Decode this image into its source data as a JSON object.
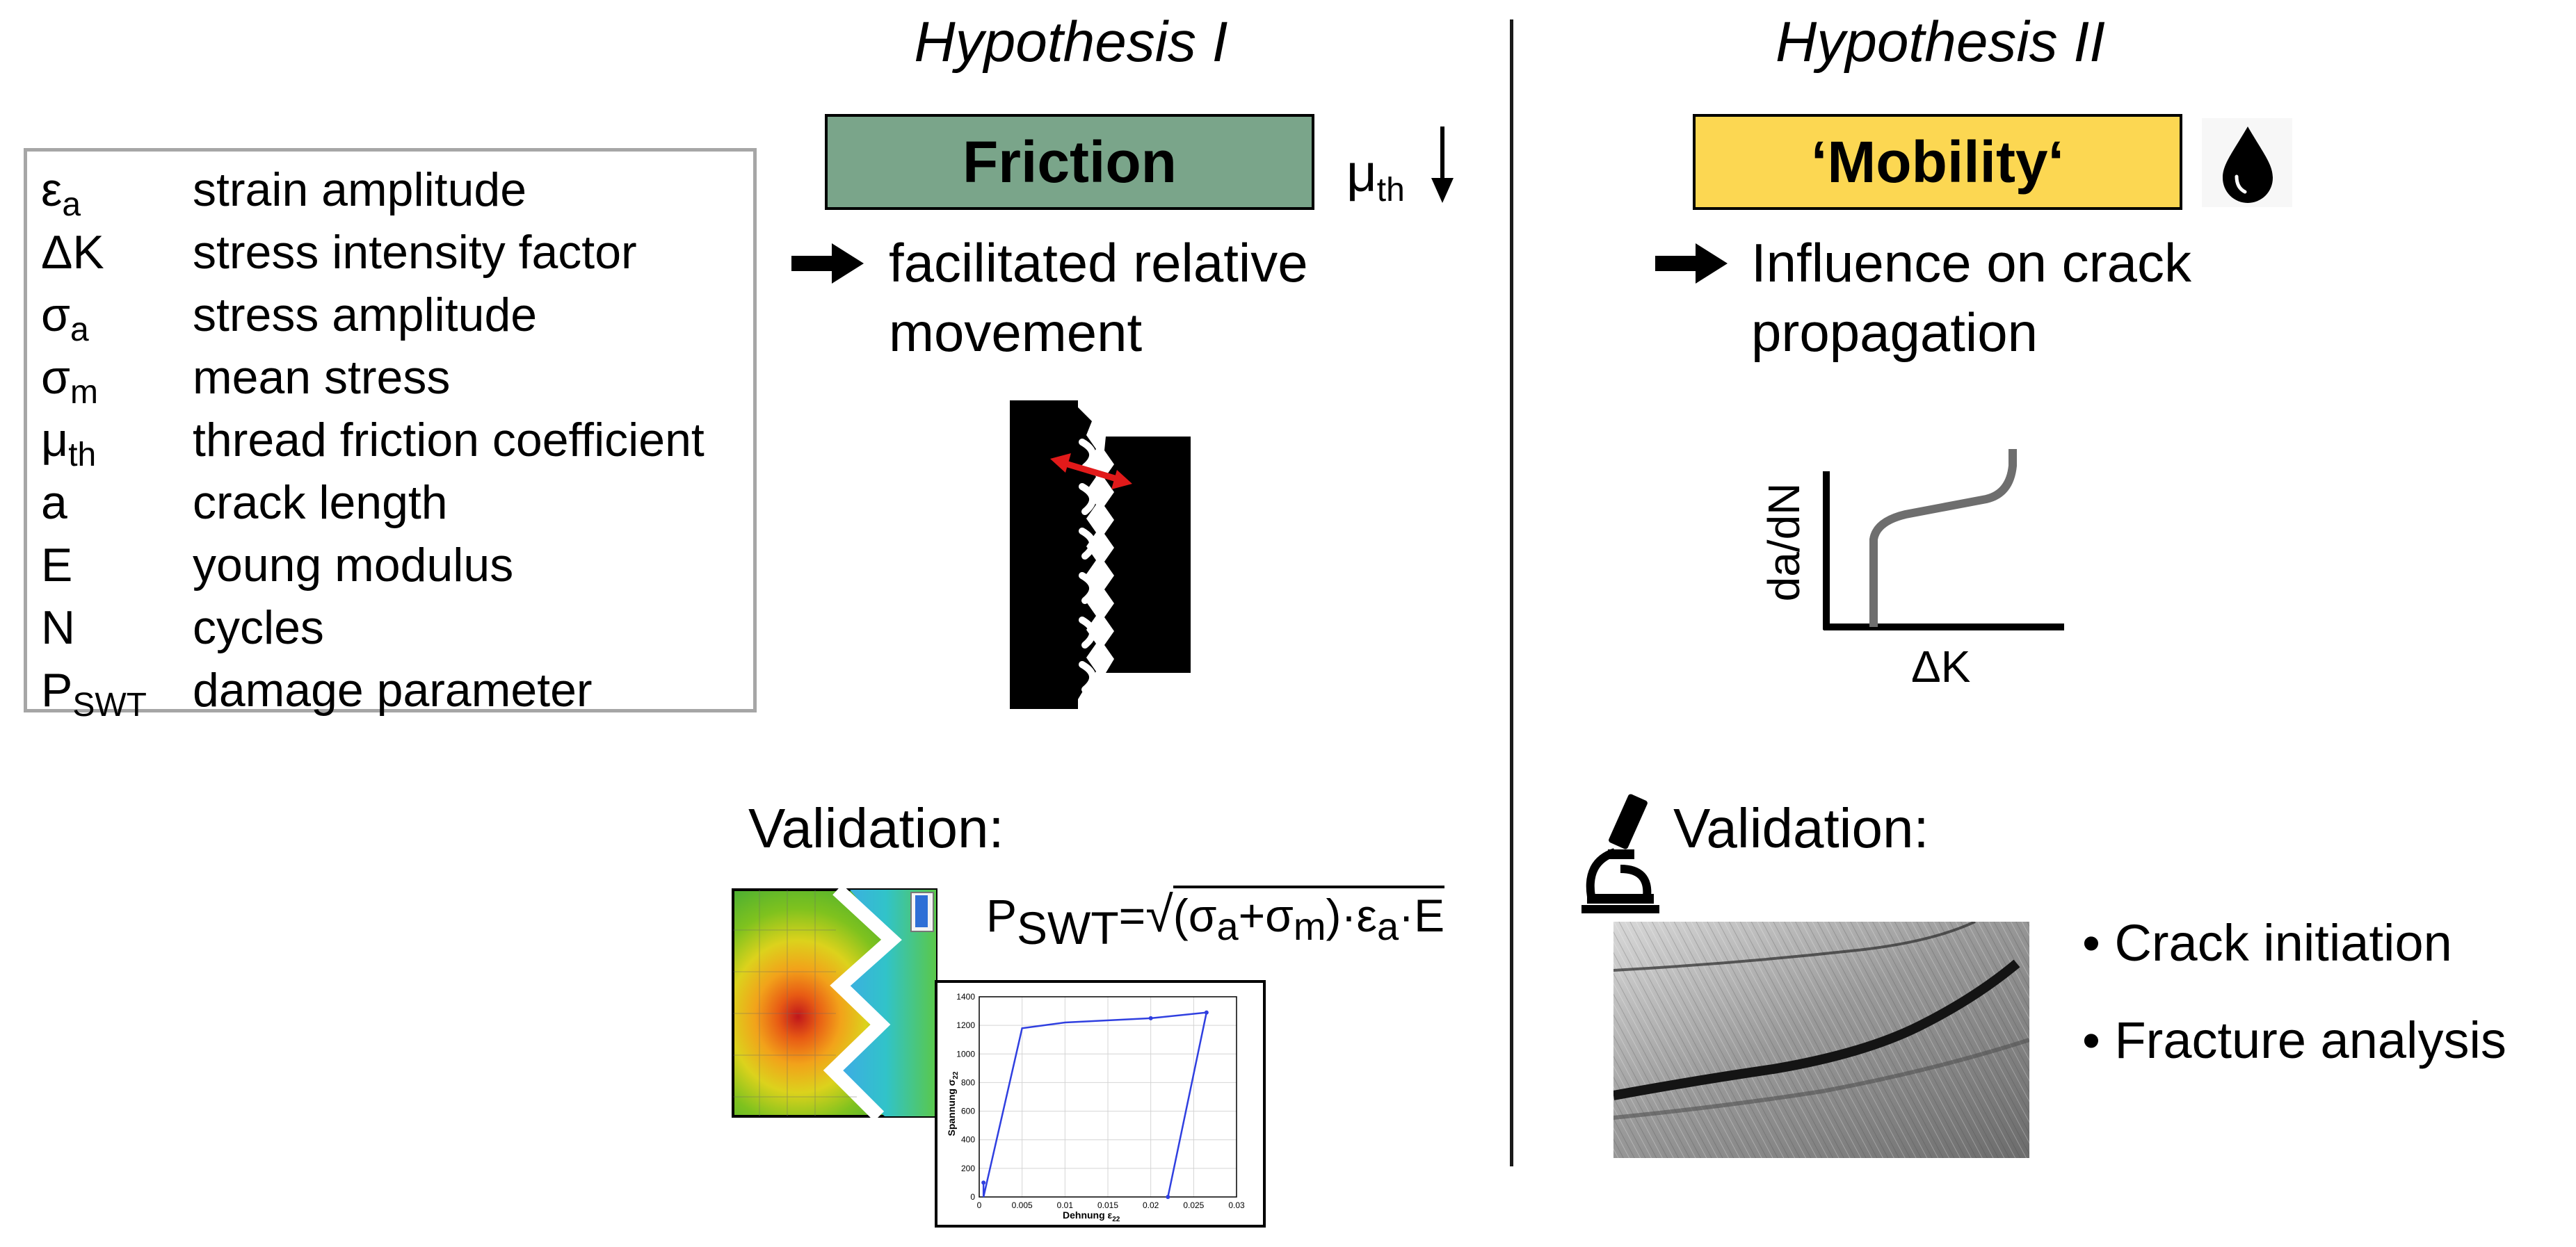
{
  "legend": {
    "rows": [
      {
        "sym_main": "ε",
        "sym_sub": "a",
        "desc": "strain amplitude"
      },
      {
        "sym_main": "ΔK",
        "sym_sub": "",
        "desc": "stress intensity factor"
      },
      {
        "sym_main": "σ",
        "sym_sub": "a",
        "desc": "stress amplitude"
      },
      {
        "sym_main": "σ",
        "sym_sub": "m",
        "desc": "mean stress"
      },
      {
        "sym_main": "μ",
        "sym_sub": "th",
        "desc": "thread friction coefficient"
      },
      {
        "sym_main": "a",
        "sym_sub": "",
        "desc": "crack length"
      },
      {
        "sym_main": "E",
        "sym_sub": "",
        "desc": "young modulus"
      },
      {
        "sym_main": "N",
        "sym_sub": "",
        "desc": "cycles"
      },
      {
        "sym_main": "P",
        "sym_sub": "SWT",
        "desc": "damage parameter"
      }
    ]
  },
  "hyp1": {
    "title": "Hypothesis I",
    "box_label": "Friction",
    "box_color": "#7aa58a",
    "mu_main": "μ",
    "mu_sub": "th",
    "effect_line1": "facilitated relative",
    "effect_line2": "movement",
    "validation_label": "Validation:",
    "formula": {
      "p": "P",
      "p_sub": "SWT",
      "equals": "=",
      "radicand_open": "(σ",
      "a_sub": "a",
      "plus": "+σ",
      "m_sub": "m",
      "close_dot": ")·ε",
      "a_sub2": "a",
      "tail": "·E"
    },
    "plot": {
      "yticks": [
        "1400",
        "1200",
        "1000",
        "800",
        "600",
        "400",
        "200",
        "0"
      ],
      "xticks": [
        "0",
        "0.005",
        "0.01",
        "0.015",
        "0.02",
        "0.025",
        "0.03"
      ],
      "xlabel": "Dehnung ε",
      "xlabel_sub": "22",
      "ylabel": "Spannung σ",
      "ylabel_sub": "22"
    }
  },
  "hyp2": {
    "title": "Hypothesis II",
    "box_label": "‘Mobility‘",
    "box_color": "#fcd752",
    "effect_line1": "Influence on crack",
    "effect_line2": "propagation",
    "graph_ylabel": "da/dN",
    "graph_xlabel": "ΔK",
    "validation_label": "Validation:",
    "bullets": [
      "Crack initiation",
      "Fracture analysis"
    ]
  }
}
